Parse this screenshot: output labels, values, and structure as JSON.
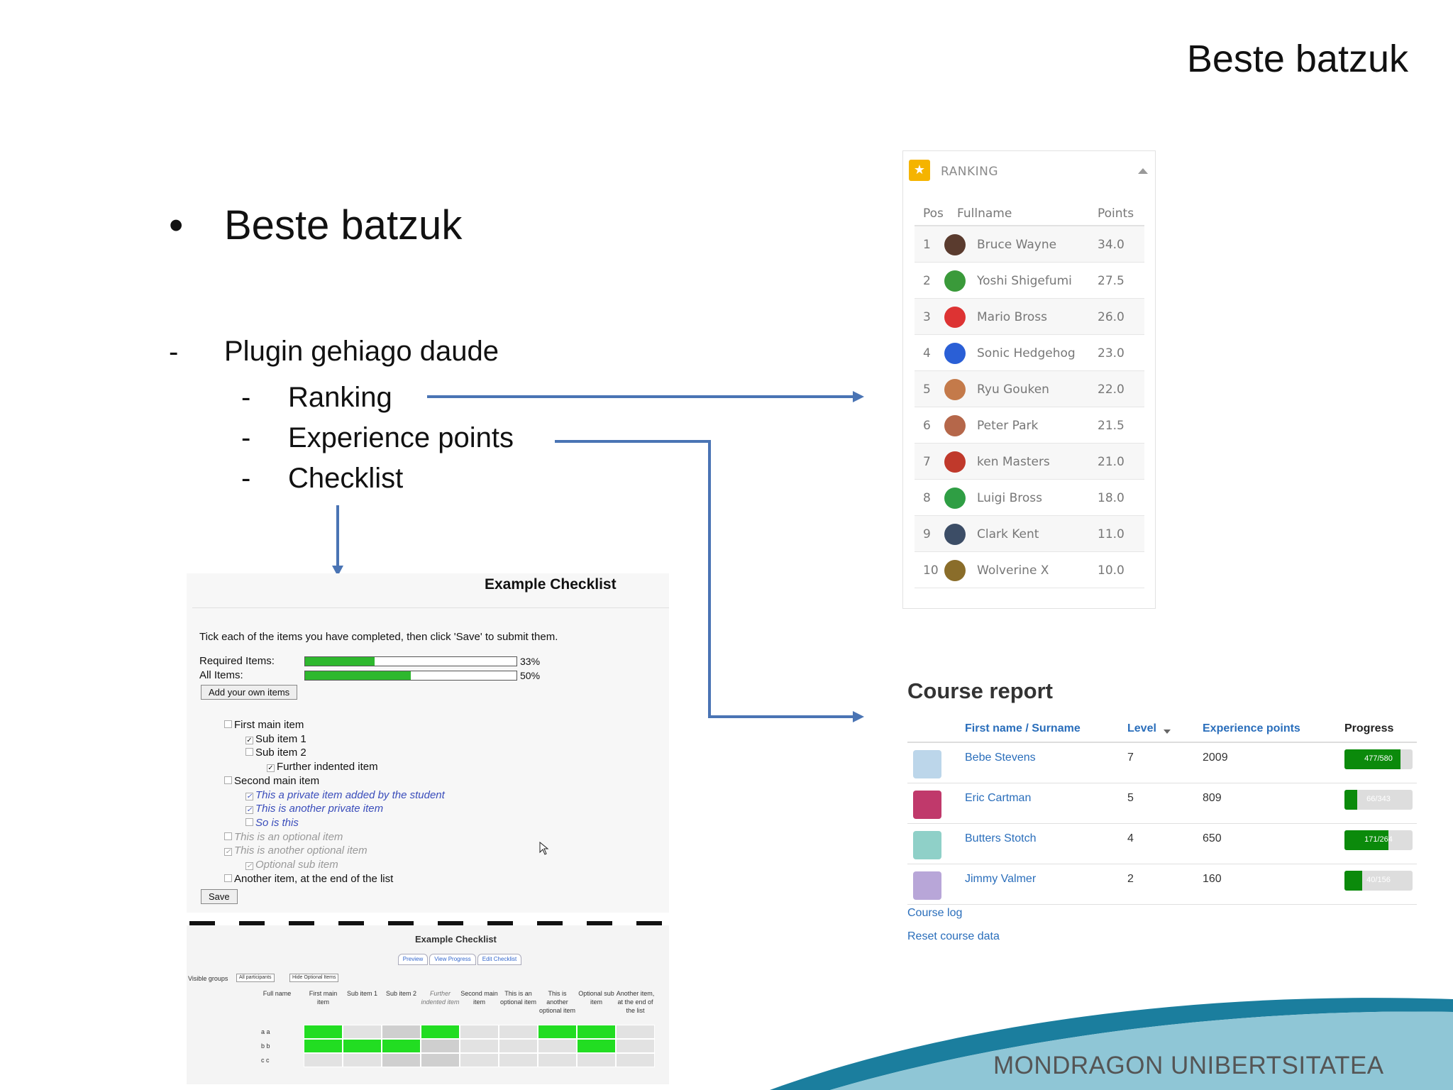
{
  "slide": {
    "title": "Beste batzuk",
    "bullet_symbol": "•",
    "bullet": "Beste batzuk",
    "dash": "-",
    "subheading": "Plugin gehiago daude",
    "items": [
      "Ranking",
      "Experience points",
      "Checklist"
    ]
  },
  "ranking": {
    "icon": "trophy-icon",
    "header": "RANKING",
    "columns": [
      "Pos",
      "Fullname",
      "Points"
    ],
    "rows": [
      {
        "pos": "1",
        "name": "Bruce Wayne",
        "points": "34.0"
      },
      {
        "pos": "2",
        "name": "Yoshi Shigefumi",
        "points": "27.5"
      },
      {
        "pos": "3",
        "name": "Mario Bross",
        "points": "26.0"
      },
      {
        "pos": "4",
        "name": "Sonic Hedgehog",
        "points": "23.0"
      },
      {
        "pos": "5",
        "name": "Ryu Gouken",
        "points": "22.0"
      },
      {
        "pos": "6",
        "name": "Peter Park",
        "points": "21.5"
      },
      {
        "pos": "7",
        "name": "ken Masters",
        "points": "21.0"
      },
      {
        "pos": "8",
        "name": "Luigi Bross",
        "points": "18.0"
      },
      {
        "pos": "9",
        "name": "Clark Kent",
        "points": "11.0"
      },
      {
        "pos": "10",
        "name": "Wolverine X",
        "points": "10.0"
      }
    ]
  },
  "checklist": {
    "title": "Example Checklist",
    "intro": "Tick each of the items you have completed, then click 'Save' to submit them.",
    "required_label": "Required Items:",
    "required_pct": "33%",
    "required_fraction": 0.33,
    "all_label": "All Items:",
    "all_pct": "50%",
    "all_fraction": 0.5,
    "add_button": "Add your own items",
    "items": [
      {
        "text": "First main item",
        "checked": false,
        "kind": "main"
      },
      {
        "text": "Sub item 1",
        "checked": true,
        "kind": "main"
      },
      {
        "text": "Sub item 2",
        "checked": false,
        "kind": "main"
      },
      {
        "text": "Further indented item",
        "checked": true,
        "kind": "main"
      },
      {
        "text": "Second main item",
        "checked": false,
        "kind": "main"
      },
      {
        "text": "This a private item added by the student",
        "checked": true,
        "kind": "private"
      },
      {
        "text": "This is another private item",
        "checked": true,
        "kind": "private"
      },
      {
        "text": "So is this",
        "checked": false,
        "kind": "private"
      },
      {
        "text": "This is an optional item",
        "checked": false,
        "kind": "optional"
      },
      {
        "text": "This is another optional item",
        "checked": true,
        "kind": "optional"
      },
      {
        "text": "Optional sub item",
        "checked": true,
        "kind": "optional"
      },
      {
        "text": "Another item, at the end of the list",
        "checked": false,
        "kind": "main"
      }
    ],
    "save_button": "Save"
  },
  "checklist_report": {
    "title": "Example Checklist",
    "tabs": [
      "Preview",
      "View Progress",
      "Edit Checklist"
    ],
    "groups_label": "Visible groups",
    "groups_value": "All participants",
    "hide_optional_button": "Hide Optional Items",
    "columns": [
      "Full name",
      "First main item",
      "Sub item 1",
      "Sub item 2",
      "Further indented item",
      "Second main item",
      "This is an optional item",
      "This is another optional item",
      "Optional sub item",
      "Another item, at the end of the list"
    ],
    "rows": [
      "a a",
      "b b",
      "c c"
    ],
    "green": "#22dd22"
  },
  "course_report": {
    "title": "Course report",
    "columns": {
      "name": "First name / Surname",
      "level": "Level",
      "xp": "Experience points",
      "progress": "Progress"
    },
    "rows": [
      {
        "name": "Bebe Stevens",
        "level": "7",
        "xp": "2009",
        "progress_label": "477/580",
        "progress": 0.82
      },
      {
        "name": "Eric Cartman",
        "level": "5",
        "xp": "809",
        "progress_label": "66/343",
        "progress": 0.19
      },
      {
        "name": "Butters Stotch",
        "level": "4",
        "xp": "650",
        "progress_label": "171/264",
        "progress": 0.65
      },
      {
        "name": "Jimmy Valmer",
        "level": "2",
        "xp": "160",
        "progress_label": "40/156",
        "progress": 0.26
      }
    ],
    "links": [
      "Course log",
      "Reset course data"
    ],
    "bar_color": "#0b8a0b"
  },
  "footer": "MONDRAGON UNIBERTSITATEA",
  "colors": {
    "arrow": "#4a74b4",
    "wave_dark": "#1b7e9e",
    "wave_light": "#8fc6d6"
  }
}
